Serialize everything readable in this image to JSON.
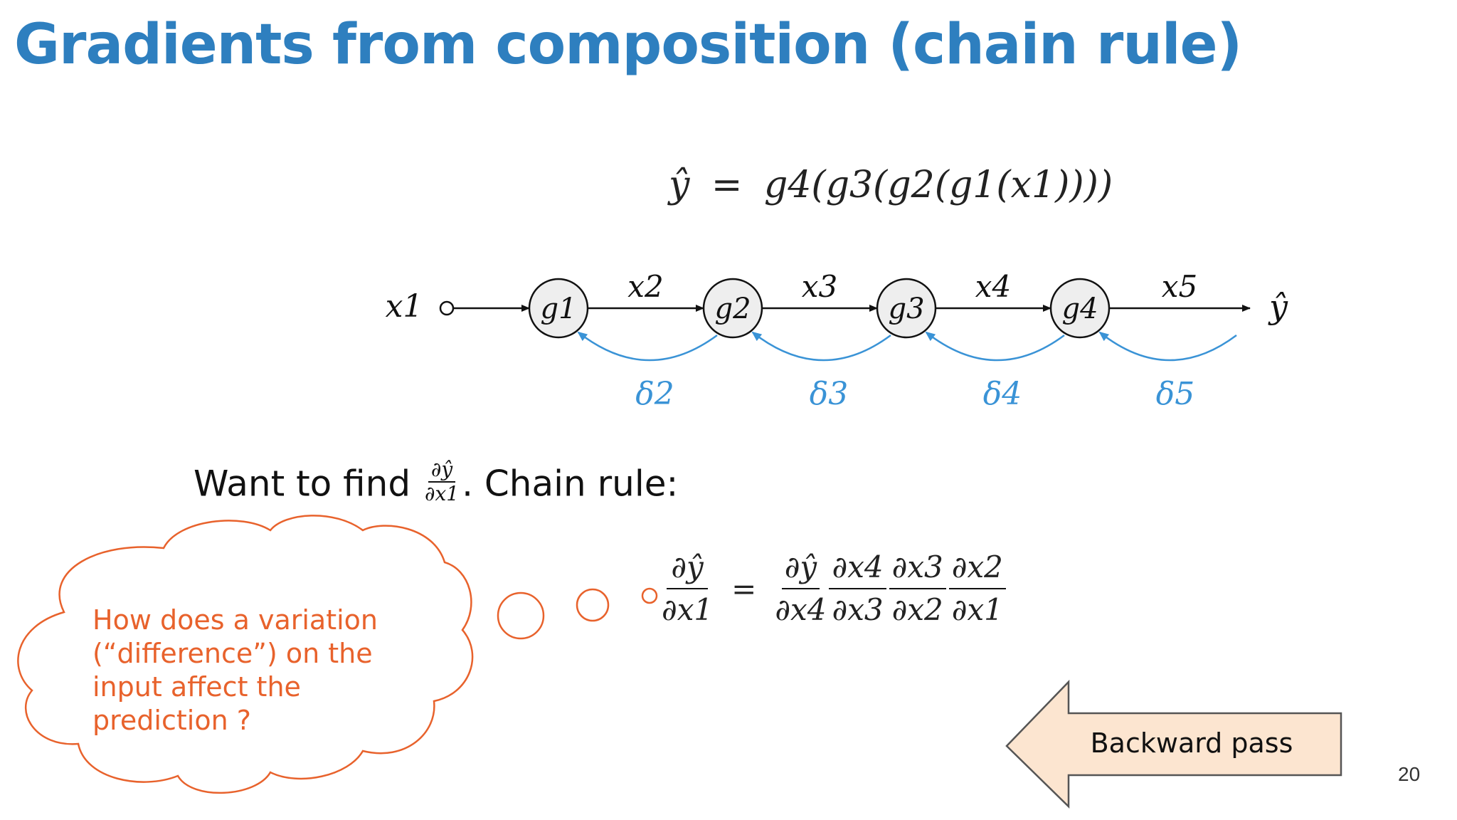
{
  "slide": {
    "title": "Gradients from composition (chain rule)",
    "page_number": "20"
  },
  "equation": {
    "lhs": "ŷ",
    "equals": "=",
    "rhs": "g4(g3(g2(g1(x1))))"
  },
  "diagram": {
    "input_label": "x1",
    "output_label": "ŷ",
    "nodes": [
      "g1",
      "g2",
      "g3",
      "g4"
    ],
    "edge_labels": [
      "x2",
      "x3",
      "x4",
      "x5"
    ],
    "backward_labels": [
      "δ2",
      "δ3",
      "δ4",
      "δ5"
    ],
    "colors": {
      "forward": "#111111",
      "backward": "#3a93d6",
      "node_fill": "#eeeeee"
    }
  },
  "want": {
    "prefix": "Want to find",
    "frac_num": "∂ŷ",
    "frac_den": "∂x1",
    "suffix": ". Chain rule:"
  },
  "chain_rule": {
    "lhs_num": "∂ŷ",
    "lhs_den": "∂x1",
    "equals": "=",
    "factors": [
      {
        "num": "∂ŷ",
        "den": "∂x4"
      },
      {
        "num": "∂x4",
        "den": "∂x3"
      },
      {
        "num": "∂x3",
        "den": "∂x2"
      },
      {
        "num": "∂x2",
        "den": "∂x1"
      }
    ]
  },
  "thought_bubble": {
    "text": "How does a variation (“difference”) on the input affect the prediction ?",
    "color": "#e8622c"
  },
  "backward_arrow": {
    "label": "Backward pass",
    "fill": "#fce5d0"
  }
}
